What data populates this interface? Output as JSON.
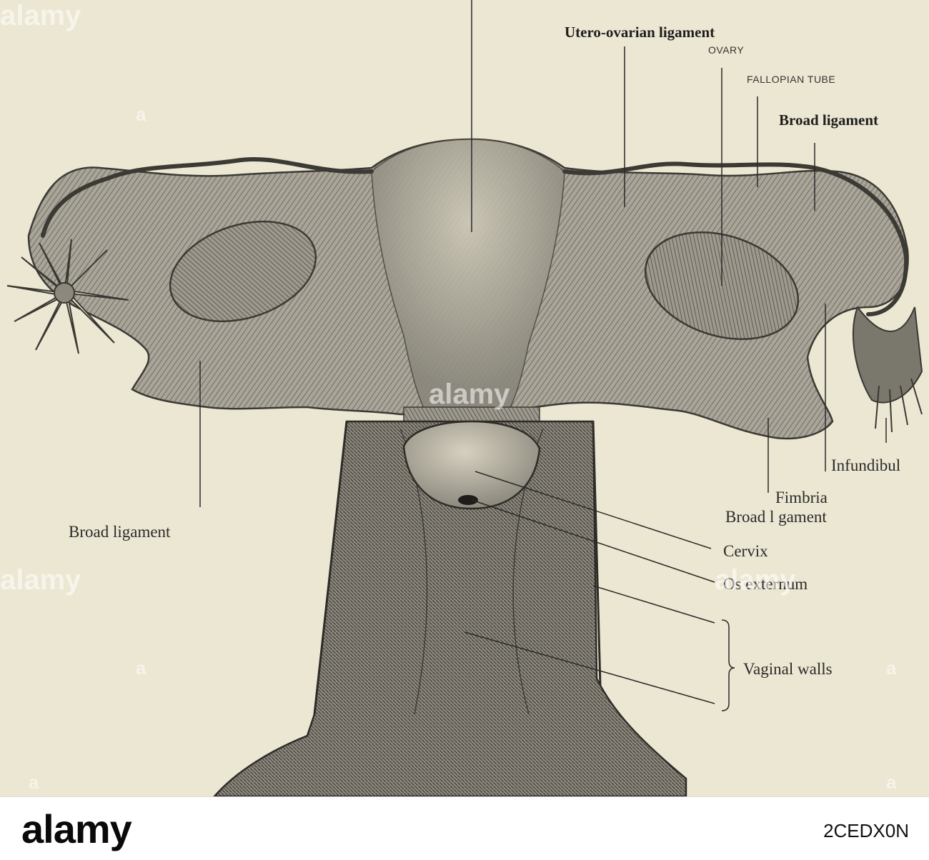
{
  "labels": {
    "utero_ovarian": "Utero-ovarian ligament",
    "ovary": "OVARY",
    "fallopian": "FALLOPIAN TUBE",
    "broad_top": "Broad ligament",
    "infundibulum": "Infundibul",
    "fimbria": "Fimbria",
    "broad_right": "Broad l gament",
    "broad_left": "Broad ligament",
    "cervix": "Cervix",
    "os_externum": "Os externum",
    "vaginal_walls": "Vaginal walls"
  },
  "watermark": {
    "word": "alamy",
    "letter": "a"
  },
  "footer": {
    "logo": "alamy",
    "image_id": "2CEDX0N"
  },
  "colors": {
    "paper": "#ece7d2",
    "ink": "#2a2a2a",
    "tissue": "#9b978c",
    "tissue_dark": "#5e5b53"
  }
}
